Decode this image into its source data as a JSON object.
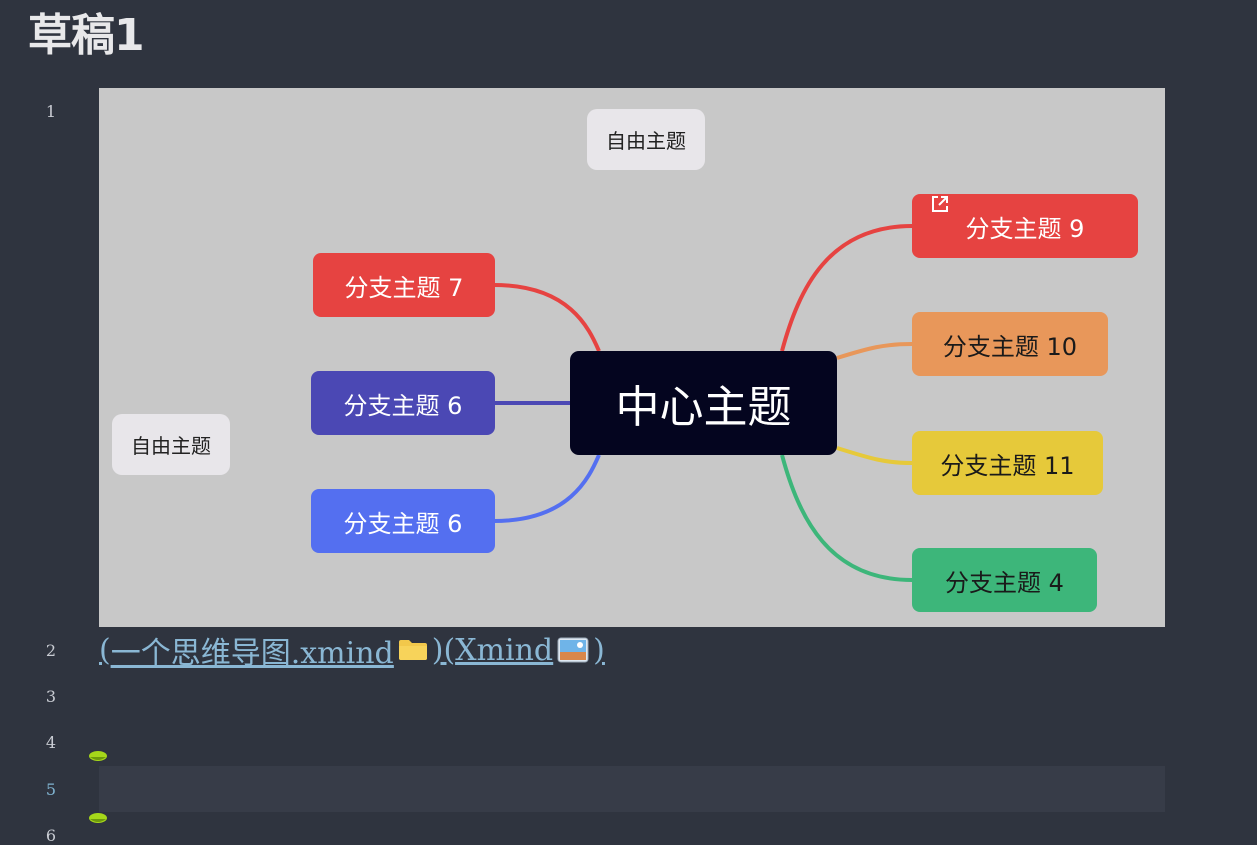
{
  "page": {
    "title": "草稿1"
  },
  "line_numbers": [
    "1",
    "2",
    "3",
    "4",
    "5",
    "6"
  ],
  "mindmap": {
    "center": "中心主题",
    "free_topics": [
      "自由主题",
      "自由主题"
    ],
    "left_branches": [
      {
        "label": "分支主题 7",
        "color": "#e64341"
      },
      {
        "label": "分支主题 6",
        "color": "#4b48b4"
      },
      {
        "label": "分支主题 6",
        "color": "#546ff0"
      }
    ],
    "right_branches": [
      {
        "label": "分支主题 9",
        "color": "#e64341",
        "has_link_icon": true
      },
      {
        "label": "分支主题 10",
        "color": "#e8975a"
      },
      {
        "label": "分支主题 11",
        "color": "#e6c93a"
      },
      {
        "label": "分支主题 4",
        "color": "#3db67a"
      }
    ]
  },
  "links": {
    "open1": "(",
    "file_name": "一个思维导图.xmind",
    "close1": ")",
    "open2": "(",
    "app_name": "Xmind",
    "close2": ")",
    "file_icon": "folder-icon",
    "app_icon": "image-icon"
  },
  "colors": {
    "background": "#2f343f",
    "canvas": "#c8c8c8",
    "link": "#8ab7d4",
    "current_line": "#373c48",
    "active_line_number": "#7fb2cf"
  }
}
